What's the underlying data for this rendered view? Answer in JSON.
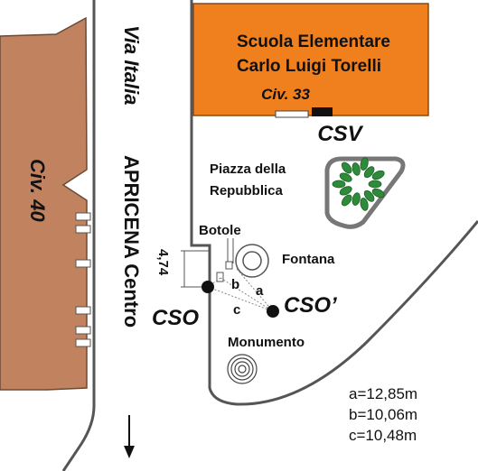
{
  "street": {
    "name_line1": "Via Italia",
    "name_line2": "APRICENA Centro",
    "direction_arrow": "arrow-down"
  },
  "buildings": {
    "school": {
      "name_line1": "Scuola Elementare",
      "name_line2": "Carlo Luigi Torelli",
      "civic": "Civ. 33",
      "fill_color": "#f07f1e"
    },
    "civ40": {
      "label": "Civ. 40",
      "fill_color": "#c1825f"
    }
  },
  "places": {
    "piazza_line1": "Piazza della",
    "piazza_line2": "Repubblica",
    "botole": "Botole",
    "fontana": "Fontana",
    "monumento": "Monumento"
  },
  "points": {
    "csv": "CSV",
    "cso": "CSO",
    "cso_prime": "CSO’"
  },
  "measure": {
    "vertical": "4,74",
    "seg_a": "a",
    "seg_b": "b",
    "seg_c": "c"
  },
  "legend": {
    "line1": "a=12,85m",
    "line2": "b=10,06m",
    "line3": "c=10,48m"
  },
  "colors": {
    "tree_green": "#2e8b3a",
    "outline": "#444444"
  }
}
